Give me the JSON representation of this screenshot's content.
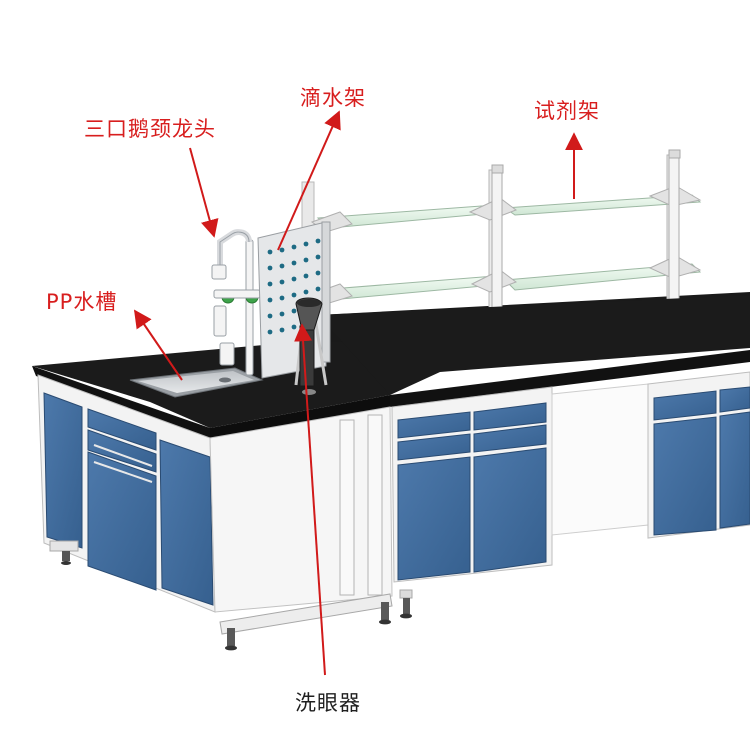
{
  "labels": {
    "faucet": "三口鹅颈龙头",
    "drip_rack": "滴水架",
    "reagent_shelf": "试剂架",
    "sink": "PP水槽",
    "eyewash": "洗眼器"
  },
  "colors": {
    "label_red": "#d81e1e",
    "arrow_red": "#d11a1a",
    "countertop": "#1b1b1b",
    "cabinet_blue": "#3f6b9e",
    "frame_white": "#f2f2f2",
    "glass": "#e3f1e6"
  },
  "icons": [
    "faucet-icon",
    "drip-rack-icon",
    "reagent-shelf-icon",
    "sink-icon",
    "eyewash-icon"
  ]
}
